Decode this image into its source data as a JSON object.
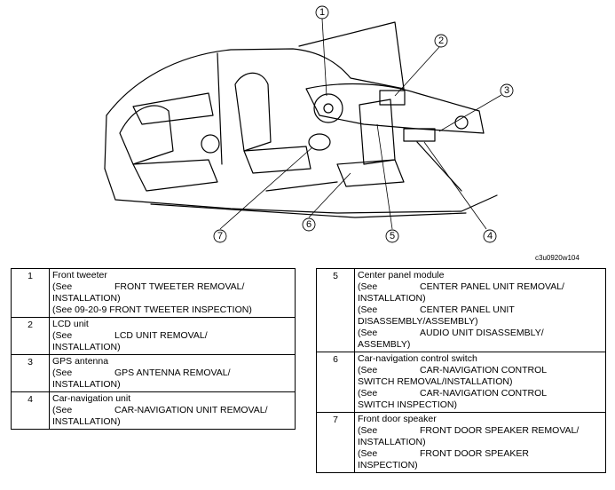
{
  "figure": {
    "ref_code": "c3u0920w104",
    "callouts": [
      "1",
      "2",
      "3",
      "4",
      "5",
      "6",
      "7"
    ]
  },
  "legend": [
    {
      "num": "1",
      "title": "Front tweeter",
      "lines": [
        {
          "see": "(See",
          "text": "FRONT TWEETER REMOVAL/"
        },
        {
          "text": "INSTALLATION)"
        },
        {
          "text": "(See 09-20-9 FRONT TWEETER INSPECTION)"
        }
      ]
    },
    {
      "num": "2",
      "title": "LCD unit",
      "lines": [
        {
          "see": "(See",
          "text": "LCD UNIT REMOVAL/"
        },
        {
          "text": "INSTALLATION)"
        }
      ]
    },
    {
      "num": "3",
      "title": "GPS antenna",
      "lines": [
        {
          "see": "(See",
          "text": "GPS ANTENNA REMOVAL/"
        },
        {
          "text": "INSTALLATION)"
        }
      ]
    },
    {
      "num": "4",
      "title": "Car-navigation unit",
      "lines": [
        {
          "see": "(See",
          "text": "CAR-NAVIGATION UNIT REMOVAL/"
        },
        {
          "text": "INSTALLATION)"
        }
      ]
    },
    {
      "num": "5",
      "title": "Center panel module",
      "lines": [
        {
          "see": "(See",
          "text": "CENTER PANEL UNIT REMOVAL/"
        },
        {
          "text": "INSTALLATION)"
        },
        {
          "see": "(See",
          "text": "CENTER PANEL UNIT"
        },
        {
          "text": "DISASSEMBLY/ASSEMBLY)"
        },
        {
          "see": "(See",
          "text": "AUDIO UNIT DISASSEMBLY/"
        },
        {
          "text": "ASSEMBLY)"
        }
      ]
    },
    {
      "num": "6",
      "title": "Car-navigation control switch",
      "lines": [
        {
          "see": "(See",
          "text": "CAR-NAVIGATION CONTROL"
        },
        {
          "text": "SWITCH REMOVAL/INSTALLATION)"
        },
        {
          "see": "(See",
          "text": "CAR-NAVIGATION CONTROL"
        },
        {
          "text": "SWITCH INSPECTION)"
        }
      ]
    },
    {
      "num": "7",
      "title": "Front door speaker",
      "lines": [
        {
          "see": "(See",
          "text": "FRONT DOOR SPEAKER REMOVAL/"
        },
        {
          "text": "INSTALLATION)"
        },
        {
          "see": "(See",
          "text": "FRONT DOOR SPEAKER"
        },
        {
          "text": "INSPECTION)"
        }
      ]
    }
  ]
}
